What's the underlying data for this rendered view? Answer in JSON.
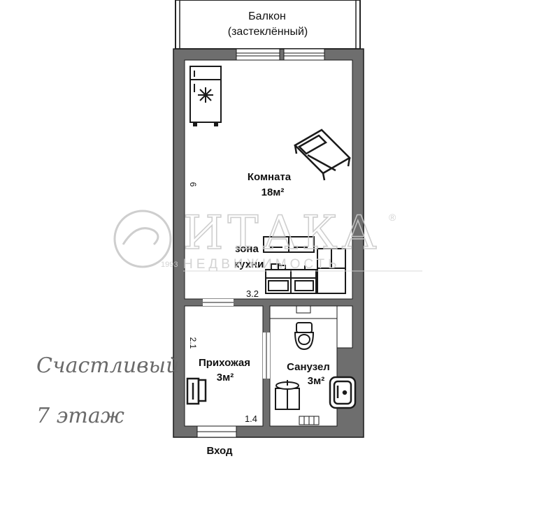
{
  "balcony": {
    "line1": "Балкон",
    "line2": "(застеклённый)"
  },
  "rooms": {
    "main": {
      "name": "Комната",
      "area": "18м²"
    },
    "kitchen": {
      "line1": "зона",
      "line2": "кухни"
    },
    "hall": {
      "name": "Прихожая",
      "area": "3м²"
    },
    "bath": {
      "name": "Санузел",
      "area": "3м²"
    }
  },
  "dimensions": {
    "room_height": "6",
    "room_width": "3.2",
    "hall_height": "2.1",
    "hall_width": "1.4"
  },
  "entrance": "Вход",
  "caption": {
    "line1": "Счастливый",
    "line2": "7 этаж"
  },
  "watermark": {
    "brand": "ИТАКА",
    "registered": "®",
    "subtitle": "НЕДВИЖИМОСТЬ",
    "year": "1993"
  },
  "colors": {
    "wall": "#6e6e6e",
    "outline": "#1a1a1a",
    "watermark": "#c9c9c9",
    "caption": "#6a6a6a"
  },
  "icons": [
    "fridge-icon",
    "snowflake-icon",
    "bed-icon",
    "kitchen-cabinets-icon",
    "stove-icon",
    "refrigerator-icon",
    "toilet-icon",
    "sink-icon",
    "shower-icon",
    "coat-rack-icon"
  ]
}
